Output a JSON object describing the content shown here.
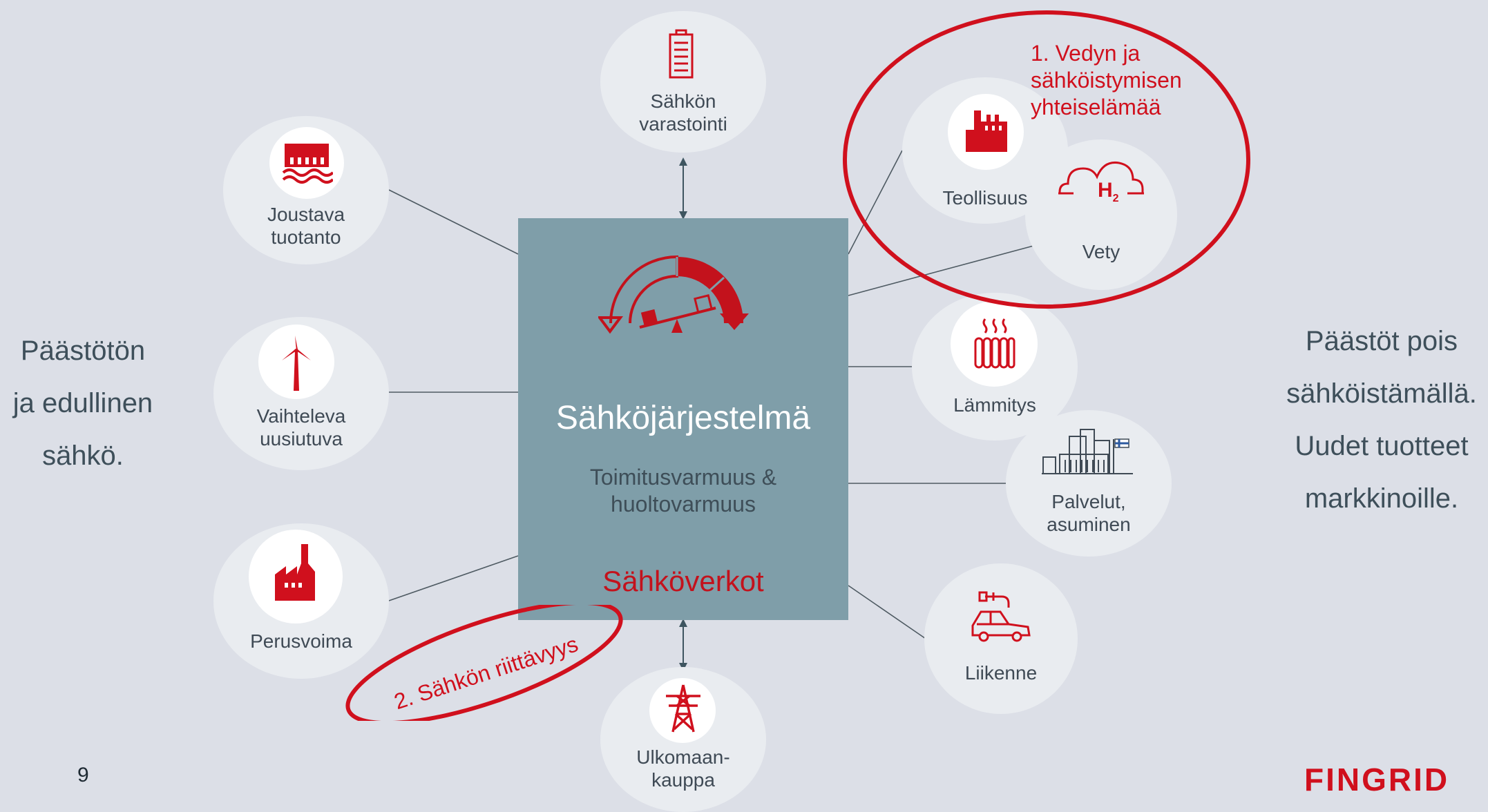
{
  "slide": {
    "page_number": "9",
    "logo_text": "FINGRID",
    "left_text": "Päästötön\nja edullinen\nsähkö.",
    "right_text": "Päästöt pois\nsähköistämällä.\nUudet tuotteet\nmarkkinoille."
  },
  "center": {
    "title": "Sähköjärjestelmä",
    "subtitle": "Toimitusvarmuus &\nhuoltovarmuus",
    "grid_label": "Sähköverkot",
    "gauge_icon": "balance-gauge-icon"
  },
  "nodes": {
    "storage": {
      "label": "Sähkön\nvarastointi",
      "icon": "battery-icon"
    },
    "flexible": {
      "label": "Joustava\ntuotanto",
      "icon": "hydro-plant-icon"
    },
    "variable": {
      "label": "Vaihteleva\nuusiutuva",
      "icon": "wind-turbine-icon"
    },
    "baseload": {
      "label": "Perusvoima",
      "icon": "factory-icon"
    },
    "foreign": {
      "label": "Ulkomaan-\nkauppa",
      "icon": "transmission-tower-icon"
    },
    "industry": {
      "label": "Teollisuus",
      "icon": "industry-icon"
    },
    "hydrogen": {
      "label": "Vety",
      "icon": "hydrogen-cloud-icon",
      "formula": "H",
      "subscript": "2"
    },
    "heating": {
      "label": "Lämmitys",
      "icon": "radiator-icon"
    },
    "services": {
      "label": "Palvelut,\nasuminen",
      "icon": "buildings-icon"
    },
    "traffic": {
      "label": "Liikenne",
      "icon": "electric-car-icon"
    }
  },
  "annotations": {
    "first": "1. Vedyn ja\nsähköistymisen\nyhteiselämää",
    "second": "2. Sähkön riittävyys"
  },
  "colors": {
    "background": "#dcdfe7",
    "circle": "#e9ecf0",
    "center_box": "#7f9ea9",
    "accent_red": "#d0101d",
    "text_dark": "#3f4a55"
  }
}
